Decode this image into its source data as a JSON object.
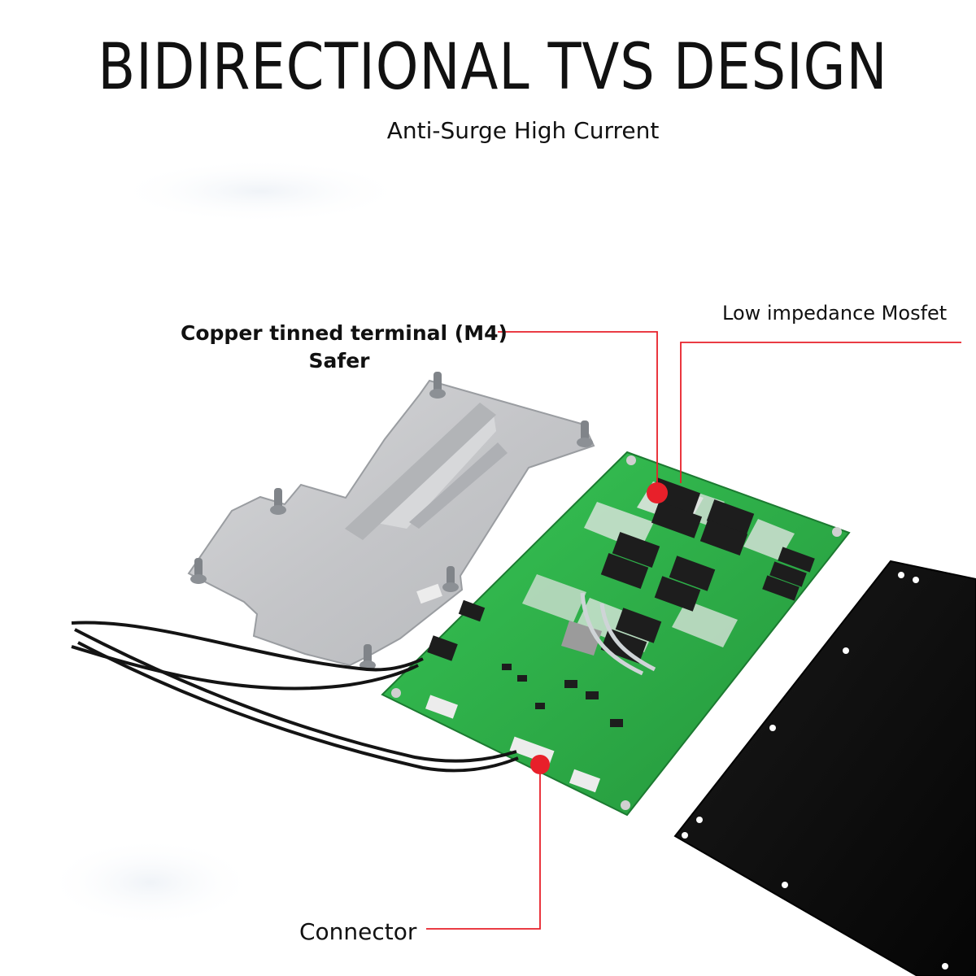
{
  "headline": "BIDIRECTIONAL TVS DESIGN",
  "subheadline": "Anti-Surge High Current",
  "callouts": {
    "terminal": {
      "line1": "Copper tinned terminal (M4)",
      "line2": "Safer"
    },
    "mosfet": "Low impedance Mosfet",
    "connector": "Connector"
  },
  "colors": {
    "pcb_green": "#2fb24a",
    "callout_red": "#e8202a",
    "plate_aluminum": "#c9cacc",
    "cover_black": "#111111"
  },
  "icons": {
    "marker": "red-dot-marker"
  }
}
